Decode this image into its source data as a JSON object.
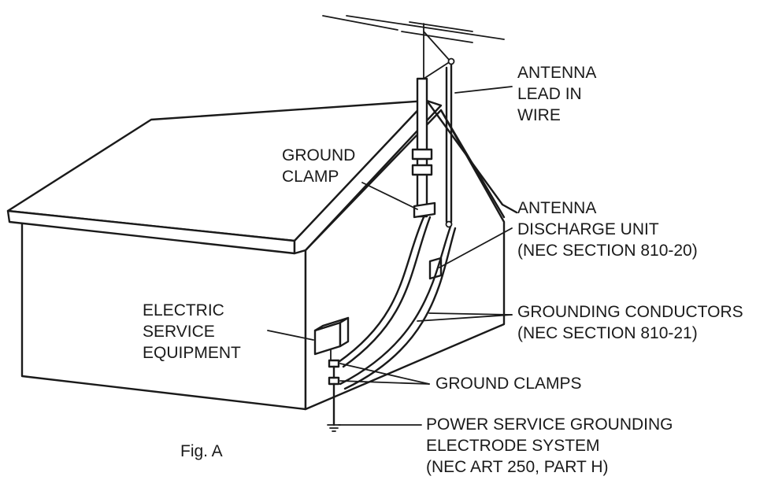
{
  "labels": {
    "antenna_lead_in_wire": [
      "ANTENNA",
      "LEAD IN",
      "WIRE"
    ],
    "ground_clamp": [
      "GROUND",
      "CLAMP"
    ],
    "antenna_discharge_unit": [
      "ANTENNA",
      "DISCHARGE UNIT",
      "(NEC SECTION 810-20)"
    ],
    "electric_service_equipment": [
      "ELECTRIC",
      "SERVICE",
      "EQUIPMENT"
    ],
    "grounding_conductors": [
      "GROUNDING CONDUCTORS",
      "(NEC SECTION 810-21)"
    ],
    "ground_clamps": [
      "GROUND CLAMPS"
    ],
    "power_service_grounding": [
      "POWER SERVICE GROUNDING",
      "ELECTRODE SYSTEM",
      "(NEC ART 250, PART H)"
    ],
    "figure_caption": "Fig. A"
  },
  "colors": {
    "line": "#1a1a1a",
    "background": "#ffffff"
  }
}
